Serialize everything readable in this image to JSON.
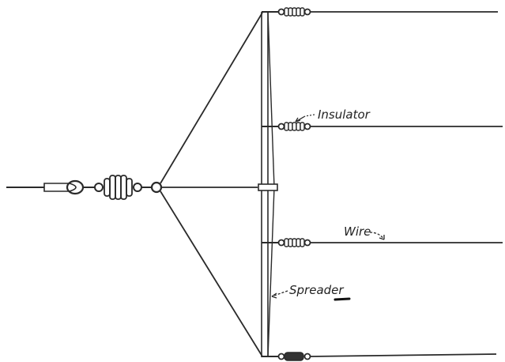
{
  "diagram": {
    "labels": {
      "insulator": "Insulator",
      "wire": "Wire",
      "spreader": "Spreader"
    },
    "colors": {
      "ink": "#2a2a2a",
      "background": "#ffffff"
    }
  }
}
